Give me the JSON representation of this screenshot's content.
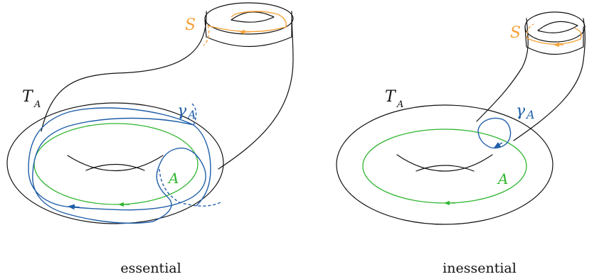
{
  "colors": {
    "ink": "#111111",
    "green": "#2fb52f",
    "blue": "#1f5ea8",
    "orange": "#f5a23a"
  },
  "panels": [
    {
      "torus_label_main": "T",
      "torus_label_sub": "A",
      "curve_label_main": "γ",
      "curve_label_sub": "A",
      "cycle_label": "A",
      "boundary_label": "S",
      "caption": "essential"
    },
    {
      "torus_label_main": "T",
      "torus_label_sub": "A",
      "curve_label_main": "γ",
      "curve_label_sub": "A",
      "cycle_label": "A",
      "boundary_label": "S",
      "caption": "inessential"
    }
  ]
}
